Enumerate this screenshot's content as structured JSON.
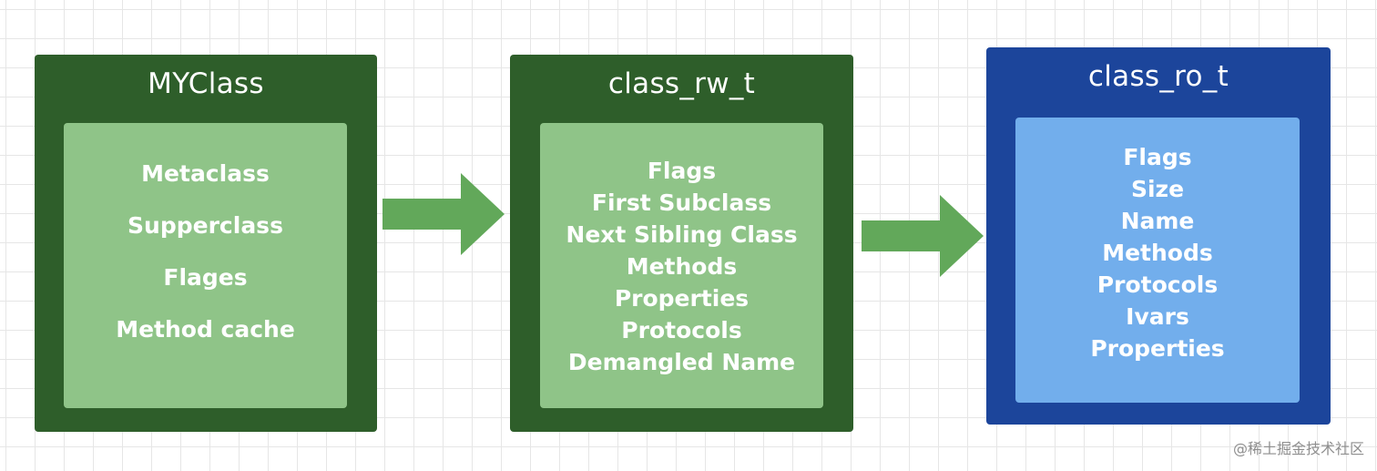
{
  "boxes": [
    {
      "title": "MYClass",
      "fields": [
        "Metaclass",
        "Supperclass",
        "Flages",
        "Method cache"
      ]
    },
    {
      "title": "class_rw_t",
      "fields": [
        "Flags",
        "First Subclass",
        "Next Sibling Class",
        "Methods",
        "Properties",
        "Protocols",
        "Demangled Name"
      ]
    },
    {
      "title": "class_ro_t",
      "fields": [
        "Flags",
        "Size",
        "Name",
        "Methods",
        "Protocols",
        "Ivars",
        "Properties"
      ]
    }
  ],
  "colors": {
    "dark_green": "#2e5e2a",
    "light_green": "#8fc488",
    "dark_blue": "#1c459b",
    "light_blue": "#72aeec",
    "arrow_green": "#62a85a"
  },
  "watermark": "@稀土掘金技术社区"
}
